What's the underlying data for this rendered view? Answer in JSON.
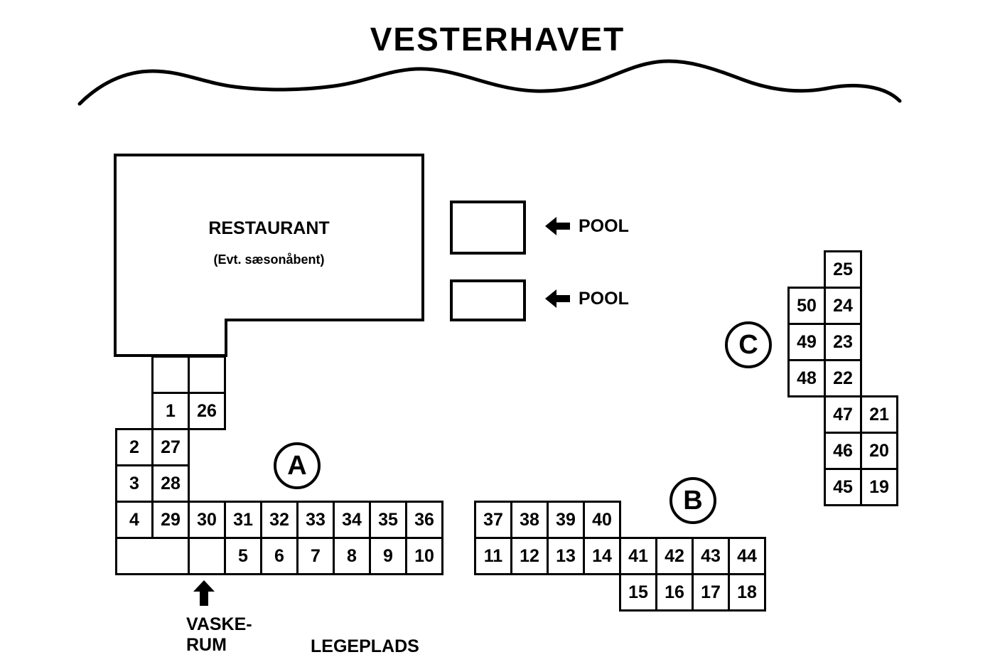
{
  "title": "VESTERHAVET",
  "colors": {
    "line": "#000000",
    "background": "#ffffff"
  },
  "restaurant": {
    "name": "RESTAURANT",
    "note": "(Evt. sæsonåbent)"
  },
  "pool": {
    "label": "POOL"
  },
  "laundry": {
    "line1": "VASKE-",
    "line2": "RUM"
  },
  "playground": {
    "label": "LEGEPLADS"
  },
  "sections": [
    {
      "badge": "A",
      "cells": [
        {
          "c": 1,
          "r": 0,
          "label": ""
        },
        {
          "c": 2,
          "r": 0,
          "label": ""
        },
        {
          "c": 1,
          "r": 1,
          "label": "1"
        },
        {
          "c": 2,
          "r": 1,
          "label": "26"
        },
        {
          "c": 0,
          "r": 2,
          "label": "2"
        },
        {
          "c": 1,
          "r": 2,
          "label": "27"
        },
        {
          "c": 0,
          "r": 3,
          "label": "3"
        },
        {
          "c": 1,
          "r": 3,
          "label": "28"
        },
        {
          "c": 0,
          "r": 4,
          "label": "4"
        },
        {
          "c": 1,
          "r": 4,
          "label": "29"
        },
        {
          "c": 2,
          "r": 4,
          "label": "30"
        },
        {
          "c": 3,
          "r": 4,
          "label": "31"
        },
        {
          "c": 4,
          "r": 4,
          "label": "32"
        },
        {
          "c": 5,
          "r": 4,
          "label": "33"
        },
        {
          "c": 6,
          "r": 4,
          "label": "34"
        },
        {
          "c": 7,
          "r": 4,
          "label": "35"
        },
        {
          "c": 8,
          "r": 4,
          "label": "36"
        },
        {
          "c": 0,
          "r": 5,
          "span": 2,
          "label": ""
        },
        {
          "c": 2,
          "r": 5,
          "label": ""
        },
        {
          "c": 3,
          "r": 5,
          "label": "5"
        },
        {
          "c": 4,
          "r": 5,
          "label": "6"
        },
        {
          "c": 5,
          "r": 5,
          "label": "7"
        },
        {
          "c": 6,
          "r": 5,
          "label": "8"
        },
        {
          "c": 7,
          "r": 5,
          "label": "9"
        },
        {
          "c": 8,
          "r": 5,
          "label": "10"
        }
      ]
    },
    {
      "badge": "B",
      "cells": [
        {
          "c": 0,
          "r": 0,
          "label": "37"
        },
        {
          "c": 1,
          "r": 0,
          "label": "38"
        },
        {
          "c": 2,
          "r": 0,
          "label": "39"
        },
        {
          "c": 3,
          "r": 0,
          "label": "40"
        },
        {
          "c": 0,
          "r": 1,
          "label": "11"
        },
        {
          "c": 1,
          "r": 1,
          "label": "12"
        },
        {
          "c": 2,
          "r": 1,
          "label": "13"
        },
        {
          "c": 3,
          "r": 1,
          "label": "14"
        },
        {
          "c": 4,
          "r": 1,
          "label": "41"
        },
        {
          "c": 5,
          "r": 1,
          "label": "42"
        },
        {
          "c": 6,
          "r": 1,
          "label": "43"
        },
        {
          "c": 7,
          "r": 1,
          "label": "44"
        },
        {
          "c": 4,
          "r": 2,
          "label": "15"
        },
        {
          "c": 5,
          "r": 2,
          "label": "16"
        },
        {
          "c": 6,
          "r": 2,
          "label": "17"
        },
        {
          "c": 7,
          "r": 2,
          "label": "18"
        }
      ]
    },
    {
      "badge": "C",
      "cells": [
        {
          "c": 1,
          "r": 0,
          "label": "25"
        },
        {
          "c": 0,
          "r": 1,
          "label": "50"
        },
        {
          "c": 1,
          "r": 1,
          "label": "24"
        },
        {
          "c": 0,
          "r": 2,
          "label": "49"
        },
        {
          "c": 1,
          "r": 2,
          "label": "23"
        },
        {
          "c": 0,
          "r": 3,
          "label": "48"
        },
        {
          "c": 1,
          "r": 3,
          "label": "22"
        },
        {
          "c": 1,
          "r": 4,
          "label": "47"
        },
        {
          "c": 2,
          "r": 4,
          "label": "21"
        },
        {
          "c": 1,
          "r": 5,
          "label": "46"
        },
        {
          "c": 2,
          "r": 5,
          "label": "20"
        },
        {
          "c": 1,
          "r": 6,
          "label": "45"
        },
        {
          "c": 2,
          "r": 6,
          "label": "19"
        }
      ]
    }
  ]
}
